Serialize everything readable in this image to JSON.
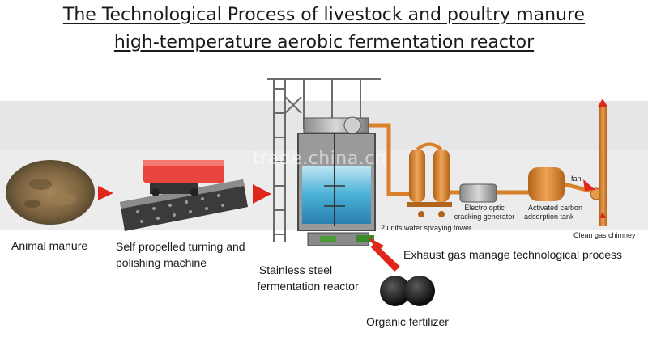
{
  "title": {
    "line1": "The Technological Process of livestock and poultry manure",
    "line2": "high-temperature aerobic fermentation reactor"
  },
  "labels": {
    "animal_manure": "Animal manure",
    "turning_machine_line1": "Self propelled turning and",
    "turning_machine_line2": "polishing machine",
    "reactor_line1": "Stainless steel",
    "reactor_line2": "fermentation reactor",
    "organic_fertilizer": "Organic fertilizer",
    "exhaust_gas": "Exhaust gas manage technological process",
    "water_spraying_tower": "2 units water spraying tower",
    "electro_optic_line1": "Electro optic",
    "electro_optic_line2": "cracking generator",
    "carbon_tank_line1": "Activated carbon",
    "carbon_tank_line2": "adsorption tank",
    "fan": "fan",
    "clean_gas_chimney": "Clean gas chimney"
  },
  "watermark": "trade.china.cn",
  "colors": {
    "arrow_red": "#e0261b",
    "pipe_orange": "#d9802a",
    "band_gray": "#e4e4e4",
    "tank_blue": "#4ab0d6"
  }
}
